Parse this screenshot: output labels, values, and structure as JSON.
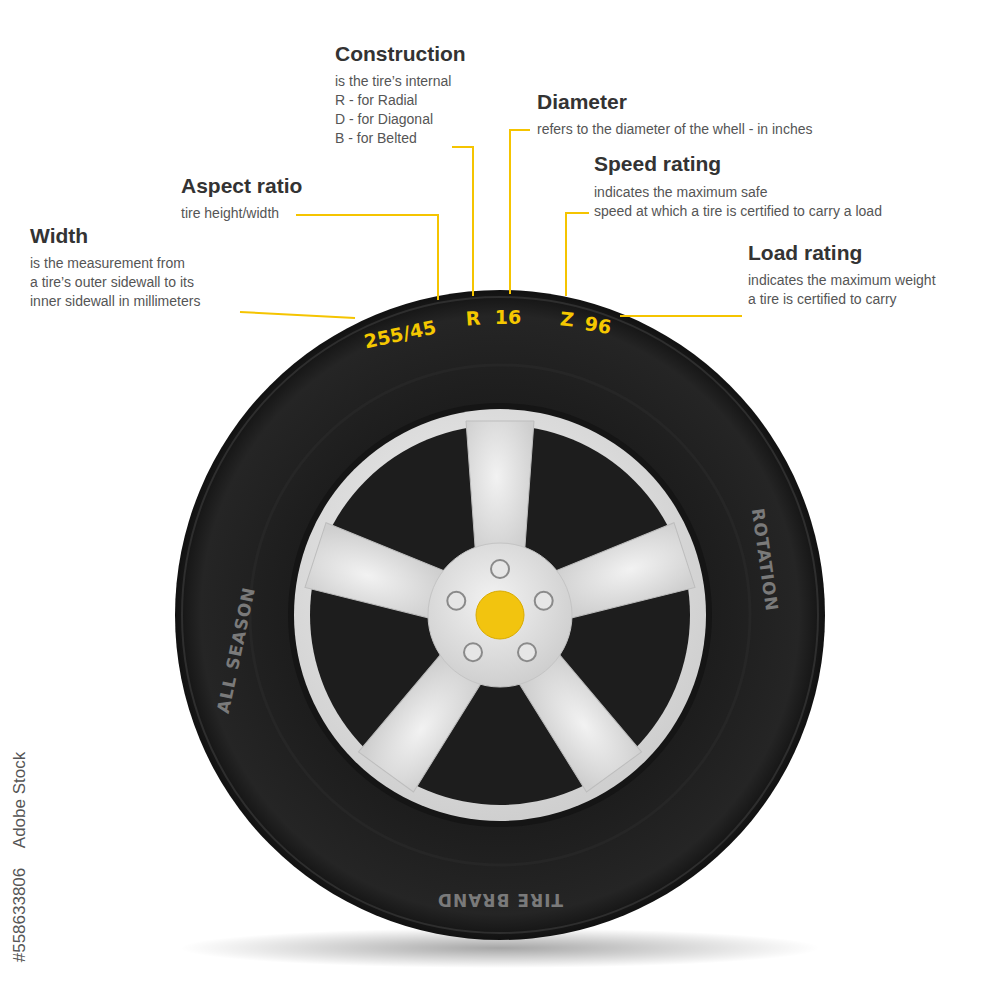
{
  "diagram": {
    "labels": [
      "Construction",
      "is the tire’s internal",
      "R - for Radial",
      "D - for Diagonal",
      "B - for Belted",
      "Diameter",
      "refers to the diameter of the whell - in inches",
      "Speed rating",
      "indicates the maximum safe",
      "speed at which a tire is certified to carry a load",
      "Aspect ratio",
      "tire height/width",
      "Width",
      "is the measurement from",
      "a tire’s outer sidewall to its",
      "inner sidewall in millimeters",
      "Load rating",
      "indicates the maximum weight",
      "a tire is certified to carry",
      "255/45",
      "R",
      "16",
      "Z",
      "96",
      "ALL SEASON",
      "ROTATION",
      "TIRE BRAND",
      "Adobe Stock",
      "#558633806"
    ]
  }
}
